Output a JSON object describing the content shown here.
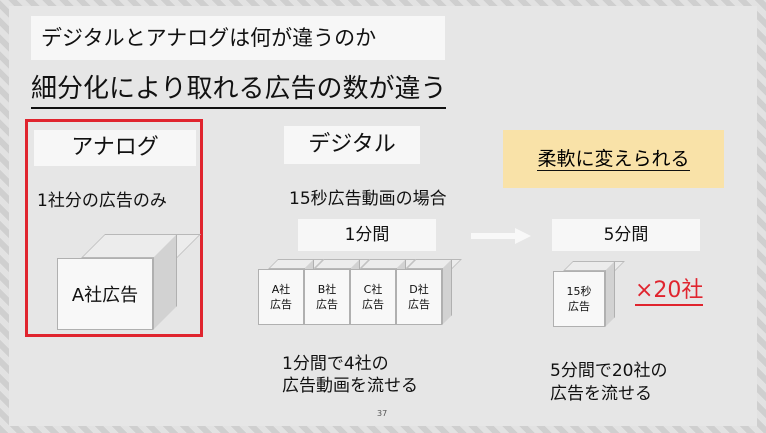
{
  "title": "デジタルとアナログは何が違うのか",
  "subtitle": "細分化により取れる広告の数が違う",
  "analog": {
    "label": "アナログ",
    "desc": "1社分の広告のみ",
    "cube_label": "A社広告"
  },
  "digital": {
    "label": "デジタル",
    "desc": "15秒広告動画の場合",
    "duration": "1分間",
    "cubes": [
      {
        "line1": "A社",
        "line2": "広告"
      },
      {
        "line1": "B社",
        "line2": "広告"
      },
      {
        "line1": "C社",
        "line2": "広告"
      },
      {
        "line1": "D社",
        "line2": "広告"
      }
    ],
    "note_line1": "1分間で4社の",
    "note_line2": "広告動画を流せる"
  },
  "flexible": {
    "label": "柔軟に変えられる",
    "duration": "5分間",
    "cube_line1": "15秒",
    "cube_line2": "広告",
    "multiplier": "×20社",
    "note_line1": "5分間で20社の",
    "note_line2": "広告を流せる"
  },
  "page_number": "37",
  "colors": {
    "accent_red": "#e0242e",
    "highlight": "#f9e2a8"
  }
}
